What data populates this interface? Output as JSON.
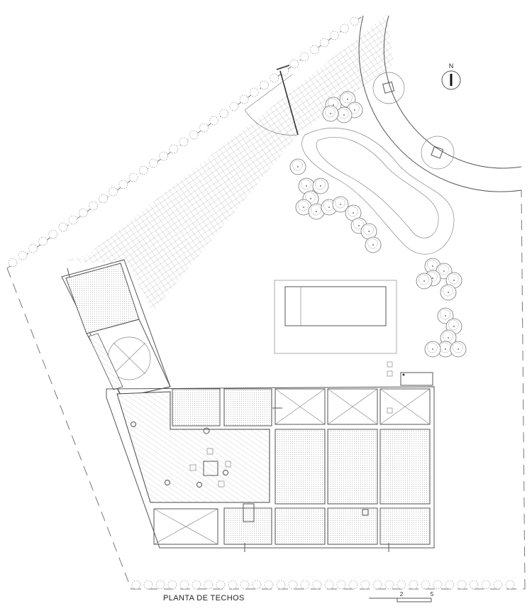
{
  "drawing": {
    "title": "PLANTA DE TECHOS",
    "north_label": "N",
    "scale_labels": [
      "2",
      "5"
    ]
  }
}
